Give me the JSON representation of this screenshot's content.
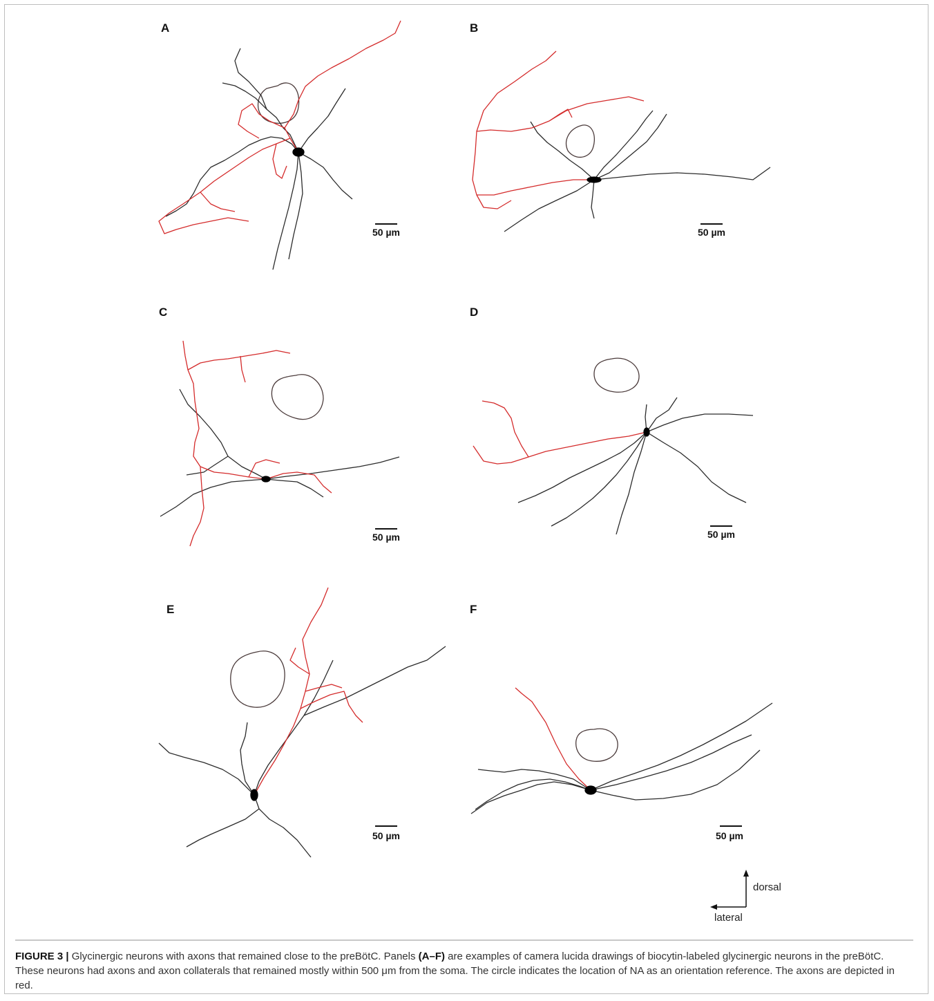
{
  "panels": [
    {
      "label": "A",
      "scale": "50 µm"
    },
    {
      "label": "B",
      "scale": "50 µm"
    },
    {
      "label": "C",
      "scale": "50 µm"
    },
    {
      "label": "D",
      "scale": "50 µm"
    },
    {
      "label": "E",
      "scale": "50 µm"
    },
    {
      "label": "F",
      "scale": "50 µm"
    }
  ],
  "orientation": {
    "dorsal": "dorsal",
    "lateral": "lateral"
  },
  "caption": {
    "figure_label": "FIGURE 3 |",
    "text_1": " Glycinergic neurons with axons that remained close to the preBötC. Panels ",
    "panels_ref": "(A–F)",
    "text_2": " are examples of camera lucida drawings of biocytin-labeled glycinergic neurons in the preBötC. These neurons had axons and axon collaterals that remained mostly within 500 μm from the soma. The circle indicates the location of NA as an orientation reference. The axons are depicted in red."
  },
  "colors": {
    "axon": "#d42b2b",
    "dendrite": "#2b2b2b",
    "caption_text": "#333333"
  }
}
